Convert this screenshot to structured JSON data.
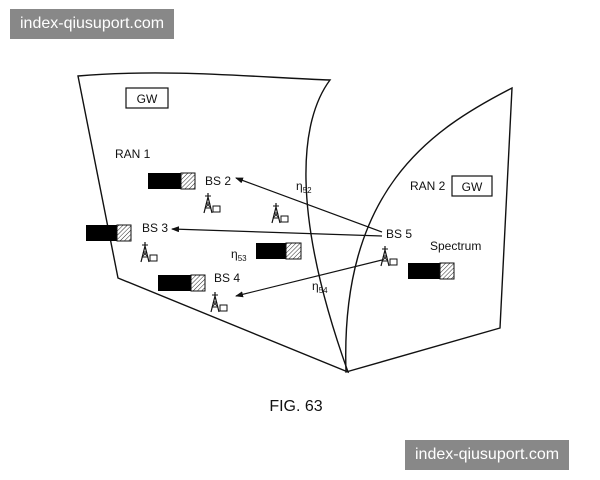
{
  "watermarks": {
    "top": "index-qiusuport.com",
    "bottom": "index-qiusuport.com",
    "bg_color": "#5a5a5a"
  },
  "ran1": {
    "label": "RAN 1",
    "gw_label": "GW",
    "bs2": "BS 2",
    "bs3": "BS 3",
    "bs4": "BS 4"
  },
  "ran2": {
    "label": "RAN 2",
    "gw_label": "GW",
    "bs5": "BS 5",
    "spectrum_label": "Spectrum"
  },
  "links": {
    "eta52": {
      "base": "η",
      "sub": "52"
    },
    "eta53": {
      "base": "η",
      "sub": "53"
    },
    "eta54": {
      "base": "η",
      "sub": "54"
    }
  },
  "caption": "FIG. 63",
  "colors": {
    "line": "#111111",
    "spectrum_fill": "#000000",
    "background": "#ffffff"
  }
}
